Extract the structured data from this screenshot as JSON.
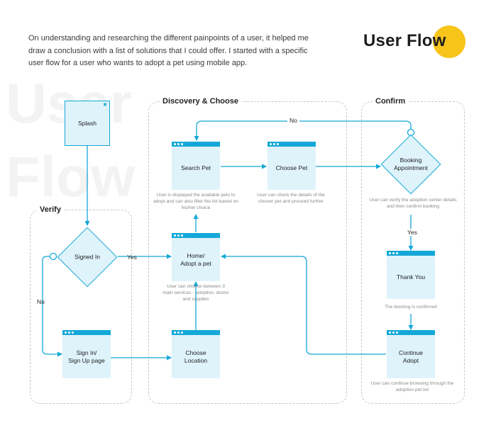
{
  "intro": "On understanding and researching the different painpoints of a user, it helped me draw a conclusion with a list of solutions that I could offer. I started with a specific user flow for a user who wants to adopt a pet using mobile app.",
  "brand_title": "User Flow",
  "watermark": [
    "User",
    "Flow"
  ],
  "regions": {
    "verify": "Verify",
    "discovery": "Discovery & Choose",
    "confirm": "Confirm"
  },
  "nodes": {
    "splash": "Splash",
    "signed_in": "Signed In",
    "sign_in": "Sign In/\nSign Up page",
    "choose_location": "Choose\nLocation",
    "home": "Home/\nAdopt a pet",
    "search_pet": "Search Pet",
    "choose_pet": "Choose Pet",
    "booking": "Booking\nAppointment",
    "thank_you": "Thank You",
    "continue_adopt": "Continue\nAdopt"
  },
  "notes": {
    "search_pet": "User is displayed the available pets to adopt and can also filter the list based on his/her choice",
    "choose_pet": "User can check the details of the chosen pet and proceed further",
    "home": "User can choose between 3 main services - adoption, doctor and supplies",
    "booking": "User can verify the adoption center details and then confirm booking",
    "thank_you": "The booking is confirmed",
    "continue_adopt": "User can continue browsing through the adoption pet list"
  },
  "edge_labels": {
    "yes_signed": "Yes",
    "no_signed": "No",
    "no_booking": "No",
    "yes_booking": "Yes"
  },
  "colors": {
    "accent": "#13a8d7",
    "screen_fill": "#dff3fb",
    "brand_yellow": "#f7c41a"
  }
}
